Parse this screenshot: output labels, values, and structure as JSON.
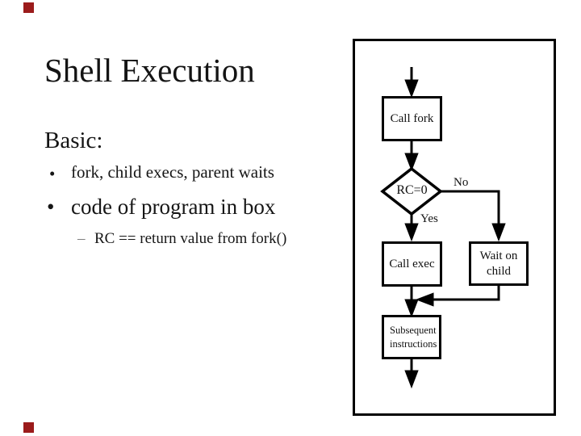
{
  "slide": {
    "title": "Shell Execution",
    "heading": "Basic:",
    "bullets": [
      {
        "marker": "•",
        "text": "fork, child execs, parent waits"
      },
      {
        "marker": "•",
        "text": "code of program in box"
      },
      {
        "marker": "–",
        "text": "RC == return value from fork()"
      }
    ]
  },
  "flowchart": {
    "nodes": {
      "call_fork": "Call fork",
      "decision": "RC=0",
      "call_exec": "Call exec",
      "wait_on_child": "Wait on child",
      "subsequent": "Subsequent instructions"
    },
    "edge_labels": {
      "no": "No",
      "yes": "Yes"
    }
  },
  "colors": {
    "accent_square": "#9B1B1B",
    "line": "#000000",
    "background": "#FFFFFF"
  }
}
